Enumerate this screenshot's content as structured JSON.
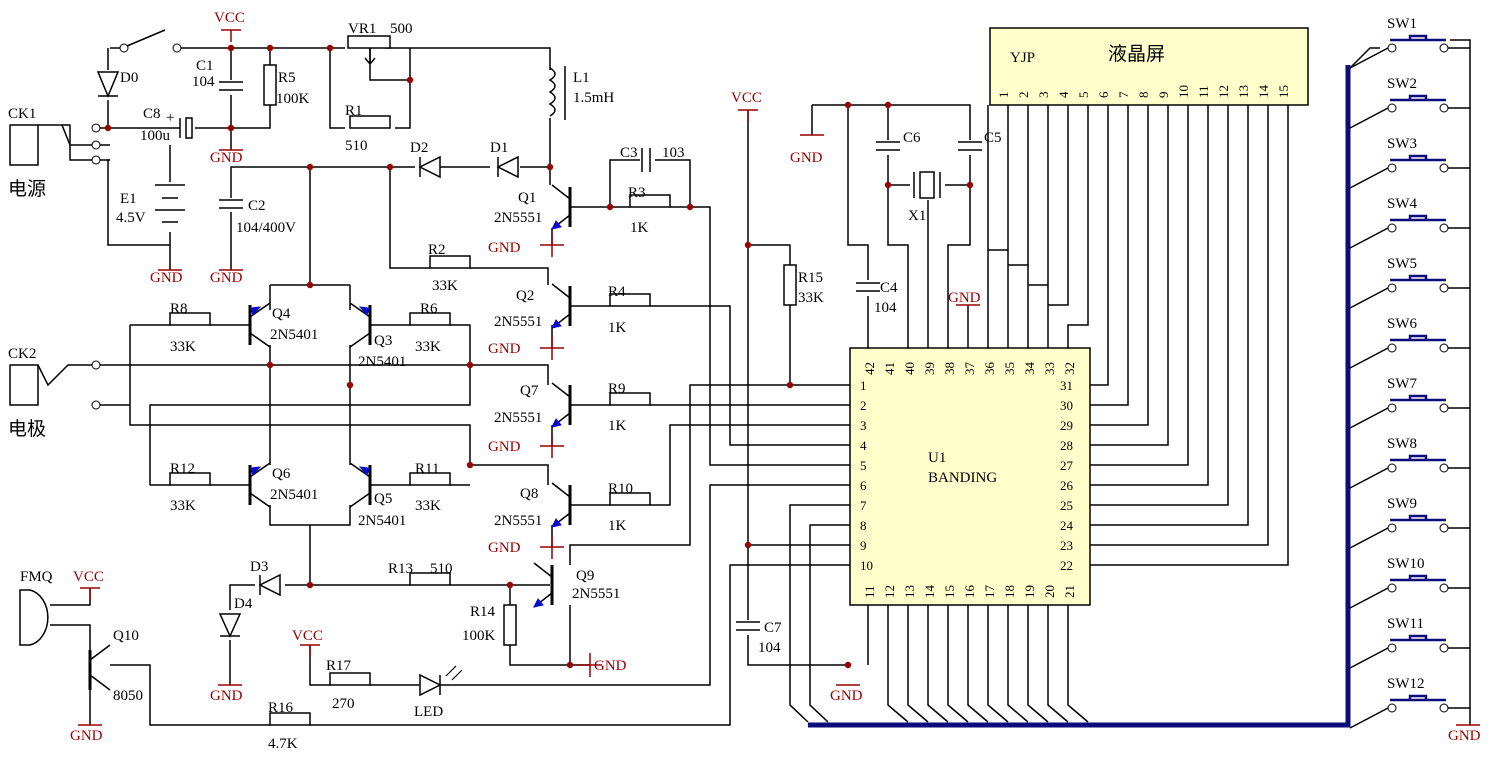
{
  "labels": {
    "vcc": "VCC",
    "gnd": "GND",
    "ck1": "CK1",
    "power_cn": "电源",
    "ck2": "CK2",
    "electrode_cn": "电极",
    "d0": "D0",
    "c1": "C1",
    "c1_val": "104",
    "r5": "R5",
    "r5_val": "100K",
    "vr1": "VR1",
    "vr1_val": "500",
    "r1": "R1",
    "r1_val": "510",
    "l1": "L1",
    "l1_val": "1.5mH",
    "c8": "C8",
    "c8_val": "100u",
    "e1": "E1",
    "e1_val": "4.5V",
    "c2": "C2",
    "c2_val": "104/400V",
    "d1": "D1",
    "d2": "D2",
    "c3": "C3",
    "c3_val": "103",
    "r3": "R3",
    "r3_val": "1K",
    "q1": "Q1",
    "q_npn": "2N5551",
    "q2": "Q2",
    "r2": "R2",
    "r2_val": "33K",
    "r4": "R4",
    "r4_val": "1K",
    "q4": "Q4",
    "q_pnp": "2N5401",
    "q3": "Q3",
    "r8": "R8",
    "r8_val": "33K",
    "r6": "R6",
    "r6_val": "33K",
    "q7": "Q7",
    "r9": "R9",
    "r9_val": "1K",
    "q6": "Q6",
    "q5": "Q5",
    "r12": "R12",
    "r12_val": "33K",
    "r11": "R11",
    "r11_val": "33K",
    "q8": "Q8",
    "r10": "R10",
    "r10_val": "1K",
    "d3": "D3",
    "d4": "D4",
    "r13": "R13",
    "r13_val": "510",
    "q9": "Q9",
    "r14": "R14",
    "r14_val": "100K",
    "fmq": "FMQ",
    "q10": "Q10",
    "q10_val": "8050",
    "r17": "R17",
    "r17_val": "270",
    "led": "LED",
    "r16": "R16",
    "r16_val": "4.7K",
    "r15": "R15",
    "r15_val": "33K",
    "c7": "C7",
    "c7_val": "104",
    "c4": "C4",
    "c4_val": "104",
    "c6": "C6",
    "c5": "C5",
    "x1": "X1",
    "u1": "U1",
    "u1_val": "BANDING",
    "lcd_yjp": "YJP",
    "lcd_cn": "液晶屏"
  },
  "lcd_pins": [
    "1",
    "2",
    "3",
    "4",
    "5",
    "6",
    "7",
    "8",
    "9",
    "10",
    "11",
    "12",
    "13",
    "14",
    "15"
  ],
  "ic_left_pins": [
    "1",
    "2",
    "3",
    "4",
    "5",
    "6",
    "7",
    "8",
    "9",
    "10"
  ],
  "ic_right_pins": [
    "31",
    "30",
    "29",
    "28",
    "27",
    "26",
    "25",
    "24",
    "23",
    "22"
  ],
  "ic_top_pins": [
    "42",
    "41",
    "40",
    "39",
    "38",
    "37",
    "36",
    "35",
    "34",
    "33",
    "32"
  ],
  "ic_bottom_pins": [
    "11",
    "12",
    "13",
    "14",
    "15",
    "16",
    "17",
    "18",
    "19",
    "20",
    "21"
  ],
  "switches": [
    "SW1",
    "SW2",
    "SW3",
    "SW4",
    "SW5",
    "SW6",
    "SW7",
    "SW8",
    "SW9",
    "SW10",
    "SW11",
    "SW12"
  ]
}
